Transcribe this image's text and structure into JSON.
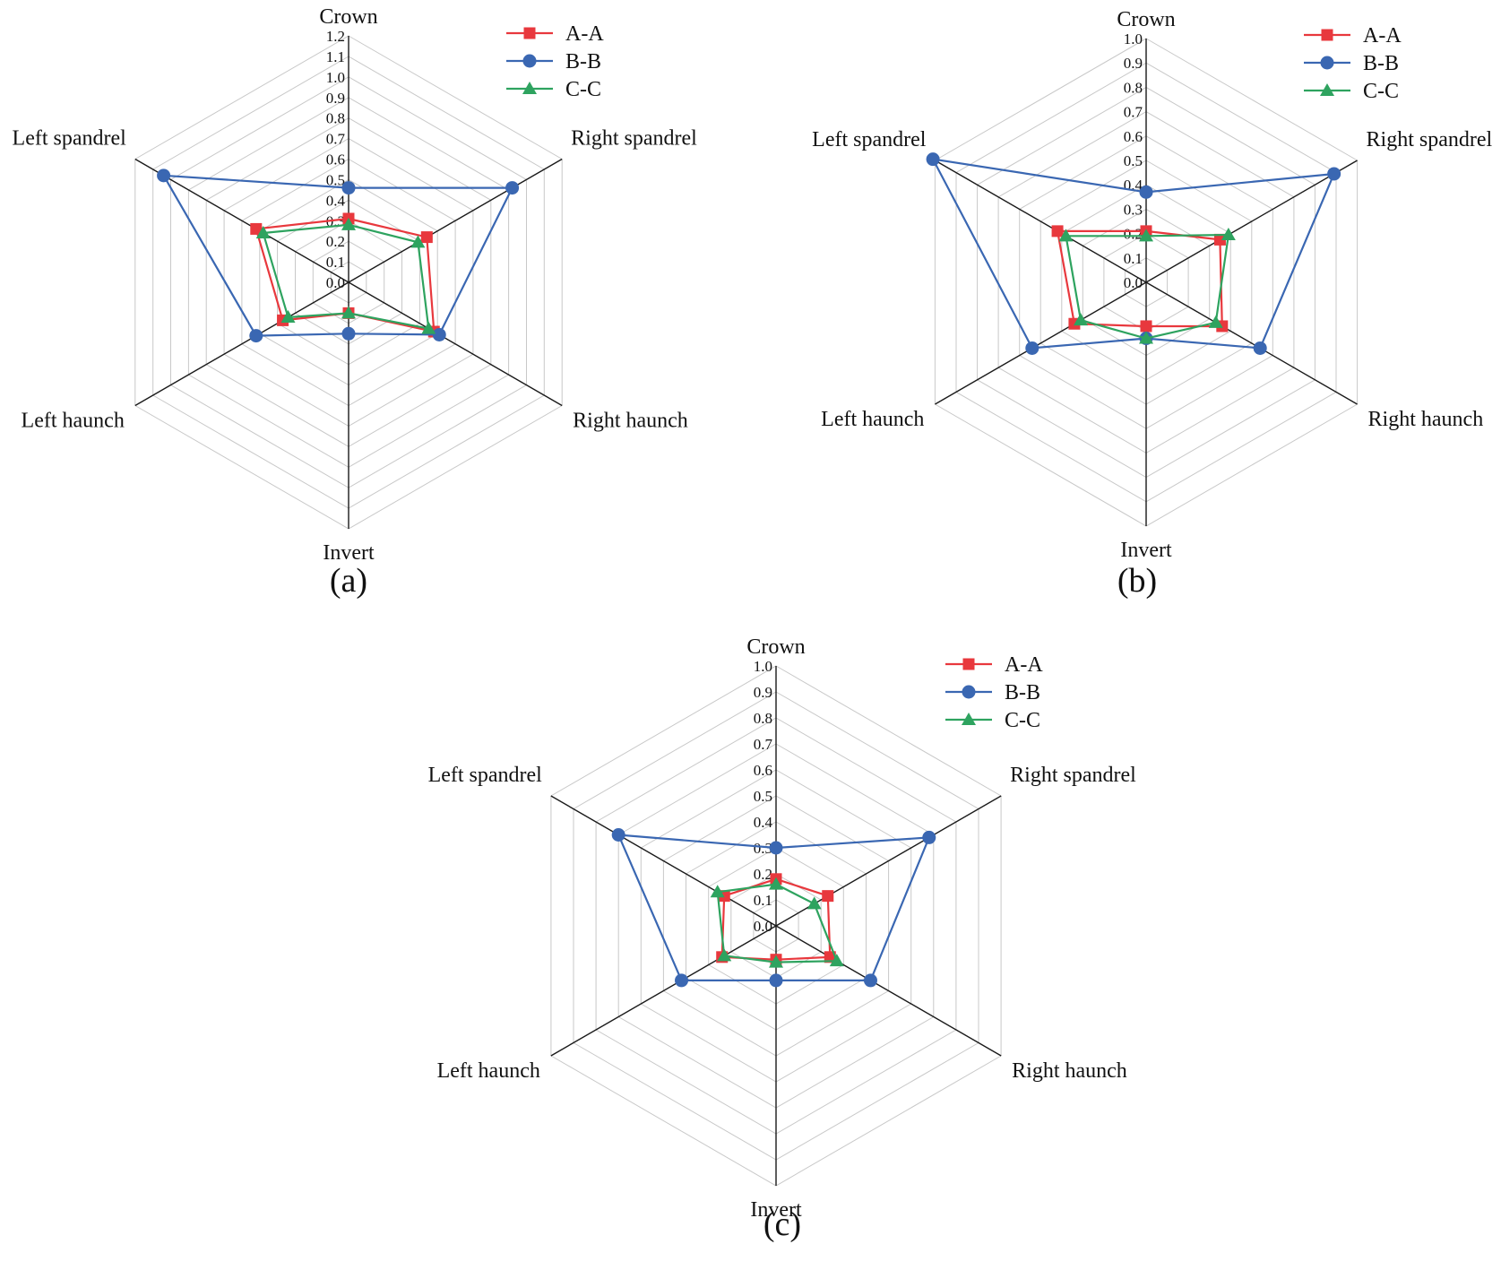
{
  "figure": {
    "panel_labels": [
      "(a)",
      "(b)",
      "(c)"
    ]
  },
  "colors": {
    "A-A": "#e8383d",
    "B-B": "#3a67b2",
    "C-C": "#2ea35f",
    "grid": "#c8c8c8",
    "axis": "#1a1a1a"
  },
  "chart_data": [
    {
      "type": "radar",
      "panel": "(a)",
      "axes": [
        "Crown",
        "Right spandrel",
        "Right haunch",
        "Invert",
        "Left haunch",
        "Left spandrel"
      ],
      "rlim": [
        0.0,
        1.2
      ],
      "ticks": [
        "0.0",
        "0.1",
        "0.2",
        "0.3",
        "0.4",
        "0.5",
        "0.6",
        "0.7",
        "0.8",
        "0.9",
        "1.0",
        "1.1",
        "1.2"
      ],
      "grid": true,
      "legend": "top-right",
      "series": [
        {
          "name": "A-A",
          "marker": "square",
          "values": [
            0.31,
            0.44,
            0.48,
            0.15,
            0.37,
            0.52
          ]
        },
        {
          "name": "B-B",
          "marker": "circle",
          "values": [
            0.46,
            0.92,
            0.51,
            0.25,
            0.52,
            1.04
          ]
        },
        {
          "name": "C-C",
          "marker": "triangle",
          "values": [
            0.28,
            0.39,
            0.45,
            0.15,
            0.34,
            0.48
          ]
        }
      ]
    },
    {
      "type": "radar",
      "panel": "(b)",
      "axes": [
        "Crown",
        "Right spandrel",
        "Right haunch",
        "Invert",
        "Left haunch",
        "Left spandrel"
      ],
      "rlim": [
        0.0,
        1.0
      ],
      "ticks": [
        "0.0",
        "0.1",
        "0.2",
        "0.3",
        "0.4",
        "0.5",
        "0.6",
        "0.7",
        "0.8",
        "0.9",
        "1.0"
      ],
      "grid": true,
      "legend": "top-right",
      "series": [
        {
          "name": "A-A",
          "marker": "square",
          "values": [
            0.21,
            0.35,
            0.36,
            0.18,
            0.34,
            0.42
          ]
        },
        {
          "name": "B-B",
          "marker": "circle",
          "values": [
            0.37,
            0.89,
            0.54,
            0.23,
            0.54,
            1.01
          ]
        },
        {
          "name": "C-C",
          "marker": "triangle",
          "values": [
            0.19,
            0.39,
            0.33,
            0.23,
            0.31,
            0.38
          ]
        }
      ]
    },
    {
      "type": "radar",
      "panel": "(c)",
      "axes": [
        "Crown",
        "Right spandrel",
        "Right haunch",
        "Invert",
        "Left haunch",
        "Left spandrel"
      ],
      "rlim": [
        0.0,
        1.0
      ],
      "ticks": [
        "0.0",
        "0.1",
        "0.2",
        "0.3",
        "0.4",
        "0.5",
        "0.6",
        "0.7",
        "0.8",
        "0.9",
        "1.0"
      ],
      "grid": true,
      "legend": "top-right",
      "series": [
        {
          "name": "A-A",
          "marker": "square",
          "values": [
            0.18,
            0.23,
            0.24,
            0.13,
            0.24,
            0.23
          ]
        },
        {
          "name": "B-B",
          "marker": "circle",
          "values": [
            0.3,
            0.68,
            0.42,
            0.21,
            0.42,
            0.7
          ]
        },
        {
          "name": "C-C",
          "marker": "triangle",
          "values": [
            0.16,
            0.17,
            0.27,
            0.14,
            0.23,
            0.26
          ]
        }
      ]
    }
  ]
}
